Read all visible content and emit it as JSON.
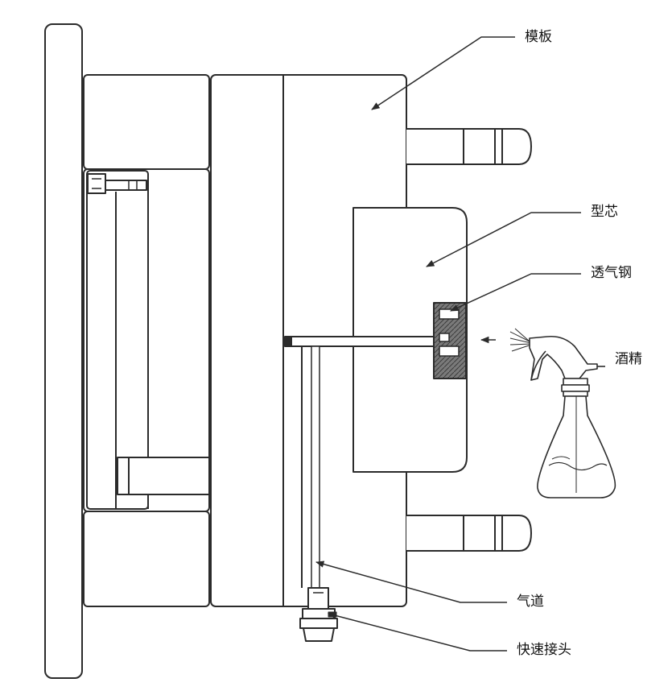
{
  "labels": {
    "template": "模板",
    "core": "型芯",
    "vent_steel": "透气钢",
    "alcohol": "酒精",
    "air_channel": "气道",
    "quick_connector": "快速接头"
  },
  "colors": {
    "stroke": "#2b2b2b",
    "hatch_fill": "#6f6f6f",
    "background": "#ffffff"
  }
}
